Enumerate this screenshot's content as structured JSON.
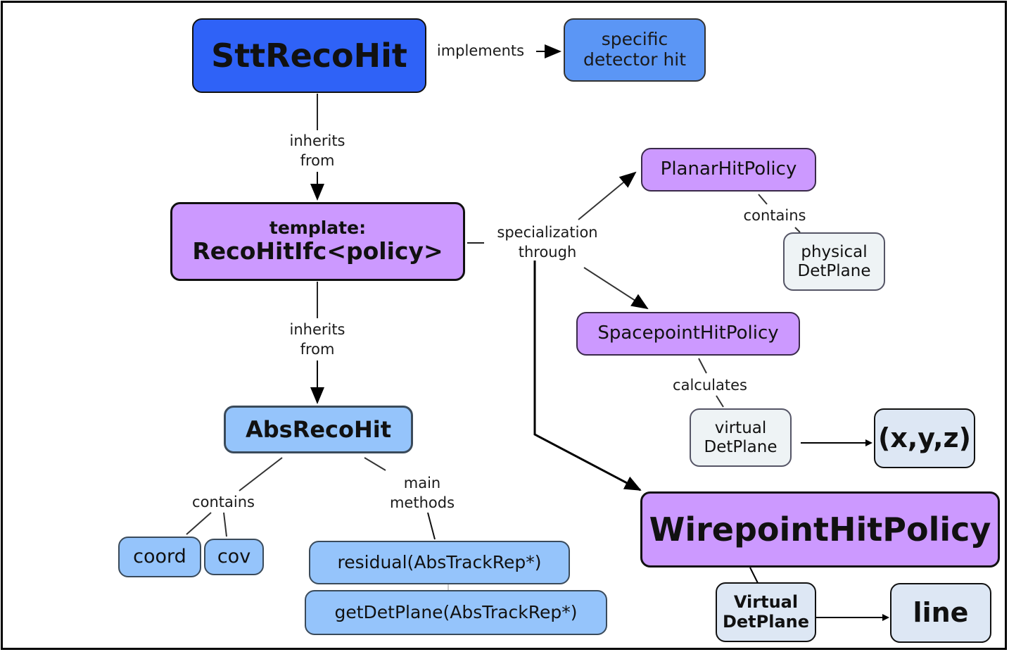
{
  "diagram": {
    "nodes": {
      "stt_reco_hit": {
        "label": "SttRecoHit",
        "color": "#2f62f7"
      },
      "specific_detector_hit": {
        "line1": "specific",
        "line2": "detector hit",
        "color": "#5b96f5"
      },
      "reco_hit_ifc": {
        "line1": "template:",
        "line2": "RecoHitIfc<policy>",
        "color": "#cc99ff"
      },
      "abs_reco_hit": {
        "label": "AbsRecoHit",
        "color": "#95c4fb"
      },
      "coord": {
        "label": "coord",
        "color": "#95c4fb"
      },
      "cov": {
        "label": "cov",
        "color": "#95c4fb"
      },
      "residual": {
        "label": "residual(AbsTrackRep*)",
        "color": "#95c4fb"
      },
      "get_det_plane": {
        "label": "getDetPlane(AbsTrackRep*)",
        "color": "#95c4fb"
      },
      "planar_hit_policy": {
        "label": "PlanarHitPolicy",
        "color": "#cc99ff"
      },
      "physical_det_plane": {
        "line1": "physical",
        "line2": "DetPlane",
        "color": "#eef3f5"
      },
      "spacepoint_hit_policy": {
        "label": "SpacepointHitPolicy",
        "color": "#cc99ff"
      },
      "virtual_det_plane": {
        "line1": "virtual",
        "line2": "DetPlane",
        "color": "#eef3f5"
      },
      "xyz": {
        "label": "(x,y,z)",
        "color": "#dde7f4"
      },
      "wirepoint_hit_policy": {
        "label": "WirepointHitPolicy",
        "color": "#cc99ff"
      },
      "virtual_det_plane_2": {
        "line1": "Virtual",
        "line2": "DetPlane",
        "color": "#dde7f4"
      },
      "line": {
        "label": "line",
        "color": "#dde7f4"
      }
    },
    "edge_labels": {
      "implements": "implements",
      "inherits_from_1": {
        "line1": "inherits",
        "line2": "from"
      },
      "inherits_from_2": {
        "line1": "inherits",
        "line2": "from"
      },
      "specialization_through": {
        "line1": "specialization",
        "line2": "through"
      },
      "contains_planar": "contains",
      "calculates": "calculates",
      "contains_abs": "contains",
      "main_methods": {
        "line1": "main",
        "line2": "methods"
      }
    },
    "edges": [
      {
        "from": "stt_reco_hit",
        "to": "specific_detector_hit",
        "label": "implements"
      },
      {
        "from": "stt_reco_hit",
        "to": "reco_hit_ifc",
        "label": "inherits from"
      },
      {
        "from": "reco_hit_ifc",
        "to": "abs_reco_hit",
        "label": "inherits from"
      },
      {
        "from": "reco_hit_ifc",
        "to": "planar_hit_policy",
        "label": "specialization through"
      },
      {
        "from": "reco_hit_ifc",
        "to": "spacepoint_hit_policy",
        "label": "specialization through"
      },
      {
        "from": "reco_hit_ifc",
        "to": "wirepoint_hit_policy",
        "label": "specialization through"
      },
      {
        "from": "planar_hit_policy",
        "to": "physical_det_plane",
        "label": "contains"
      },
      {
        "from": "spacepoint_hit_policy",
        "to": "virtual_det_plane",
        "label": "calculates"
      },
      {
        "from": "virtual_det_plane",
        "to": "xyz",
        "label": ""
      },
      {
        "from": "wirepoint_hit_policy",
        "to": "virtual_det_plane_2",
        "label": ""
      },
      {
        "from": "virtual_det_plane_2",
        "to": "line",
        "label": ""
      },
      {
        "from": "abs_reco_hit",
        "to": "coord",
        "label": "contains"
      },
      {
        "from": "abs_reco_hit",
        "to": "cov",
        "label": "contains"
      },
      {
        "from": "abs_reco_hit",
        "to": "residual",
        "label": "main methods"
      },
      {
        "from": "abs_reco_hit",
        "to": "get_det_plane",
        "label": "main methods"
      }
    ]
  }
}
